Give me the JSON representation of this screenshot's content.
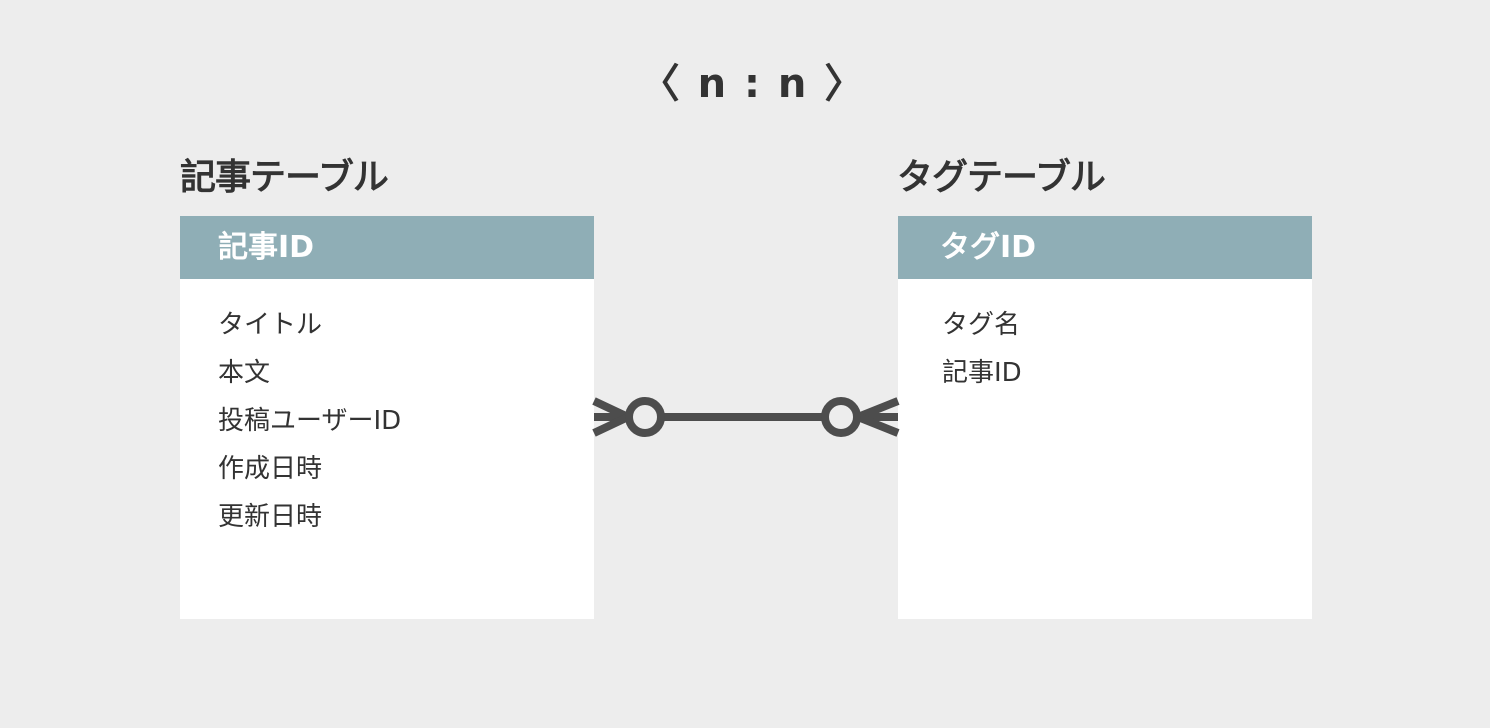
{
  "diagram": {
    "title": "〈  n : n  〉"
  },
  "tables": [
    {
      "label": "記事テーブル",
      "header": "記事ID",
      "fields": [
        "タイトル",
        "本文",
        "投稿ユーザーID",
        "作成日時",
        "更新日時"
      ]
    },
    {
      "label": "タグテーブル",
      "header": "タグID",
      "fields": [
        "タグ名",
        "記事ID"
      ]
    }
  ],
  "relationship": {
    "type": "many-to-many",
    "left_end": "zero-or-many",
    "right_end": "zero-or-many"
  },
  "colors": {
    "background": "#ededed",
    "header_fill": "#8faeb6",
    "box_fill": "#ffffff",
    "text": "#333333",
    "connector": "#4d4d4d"
  }
}
